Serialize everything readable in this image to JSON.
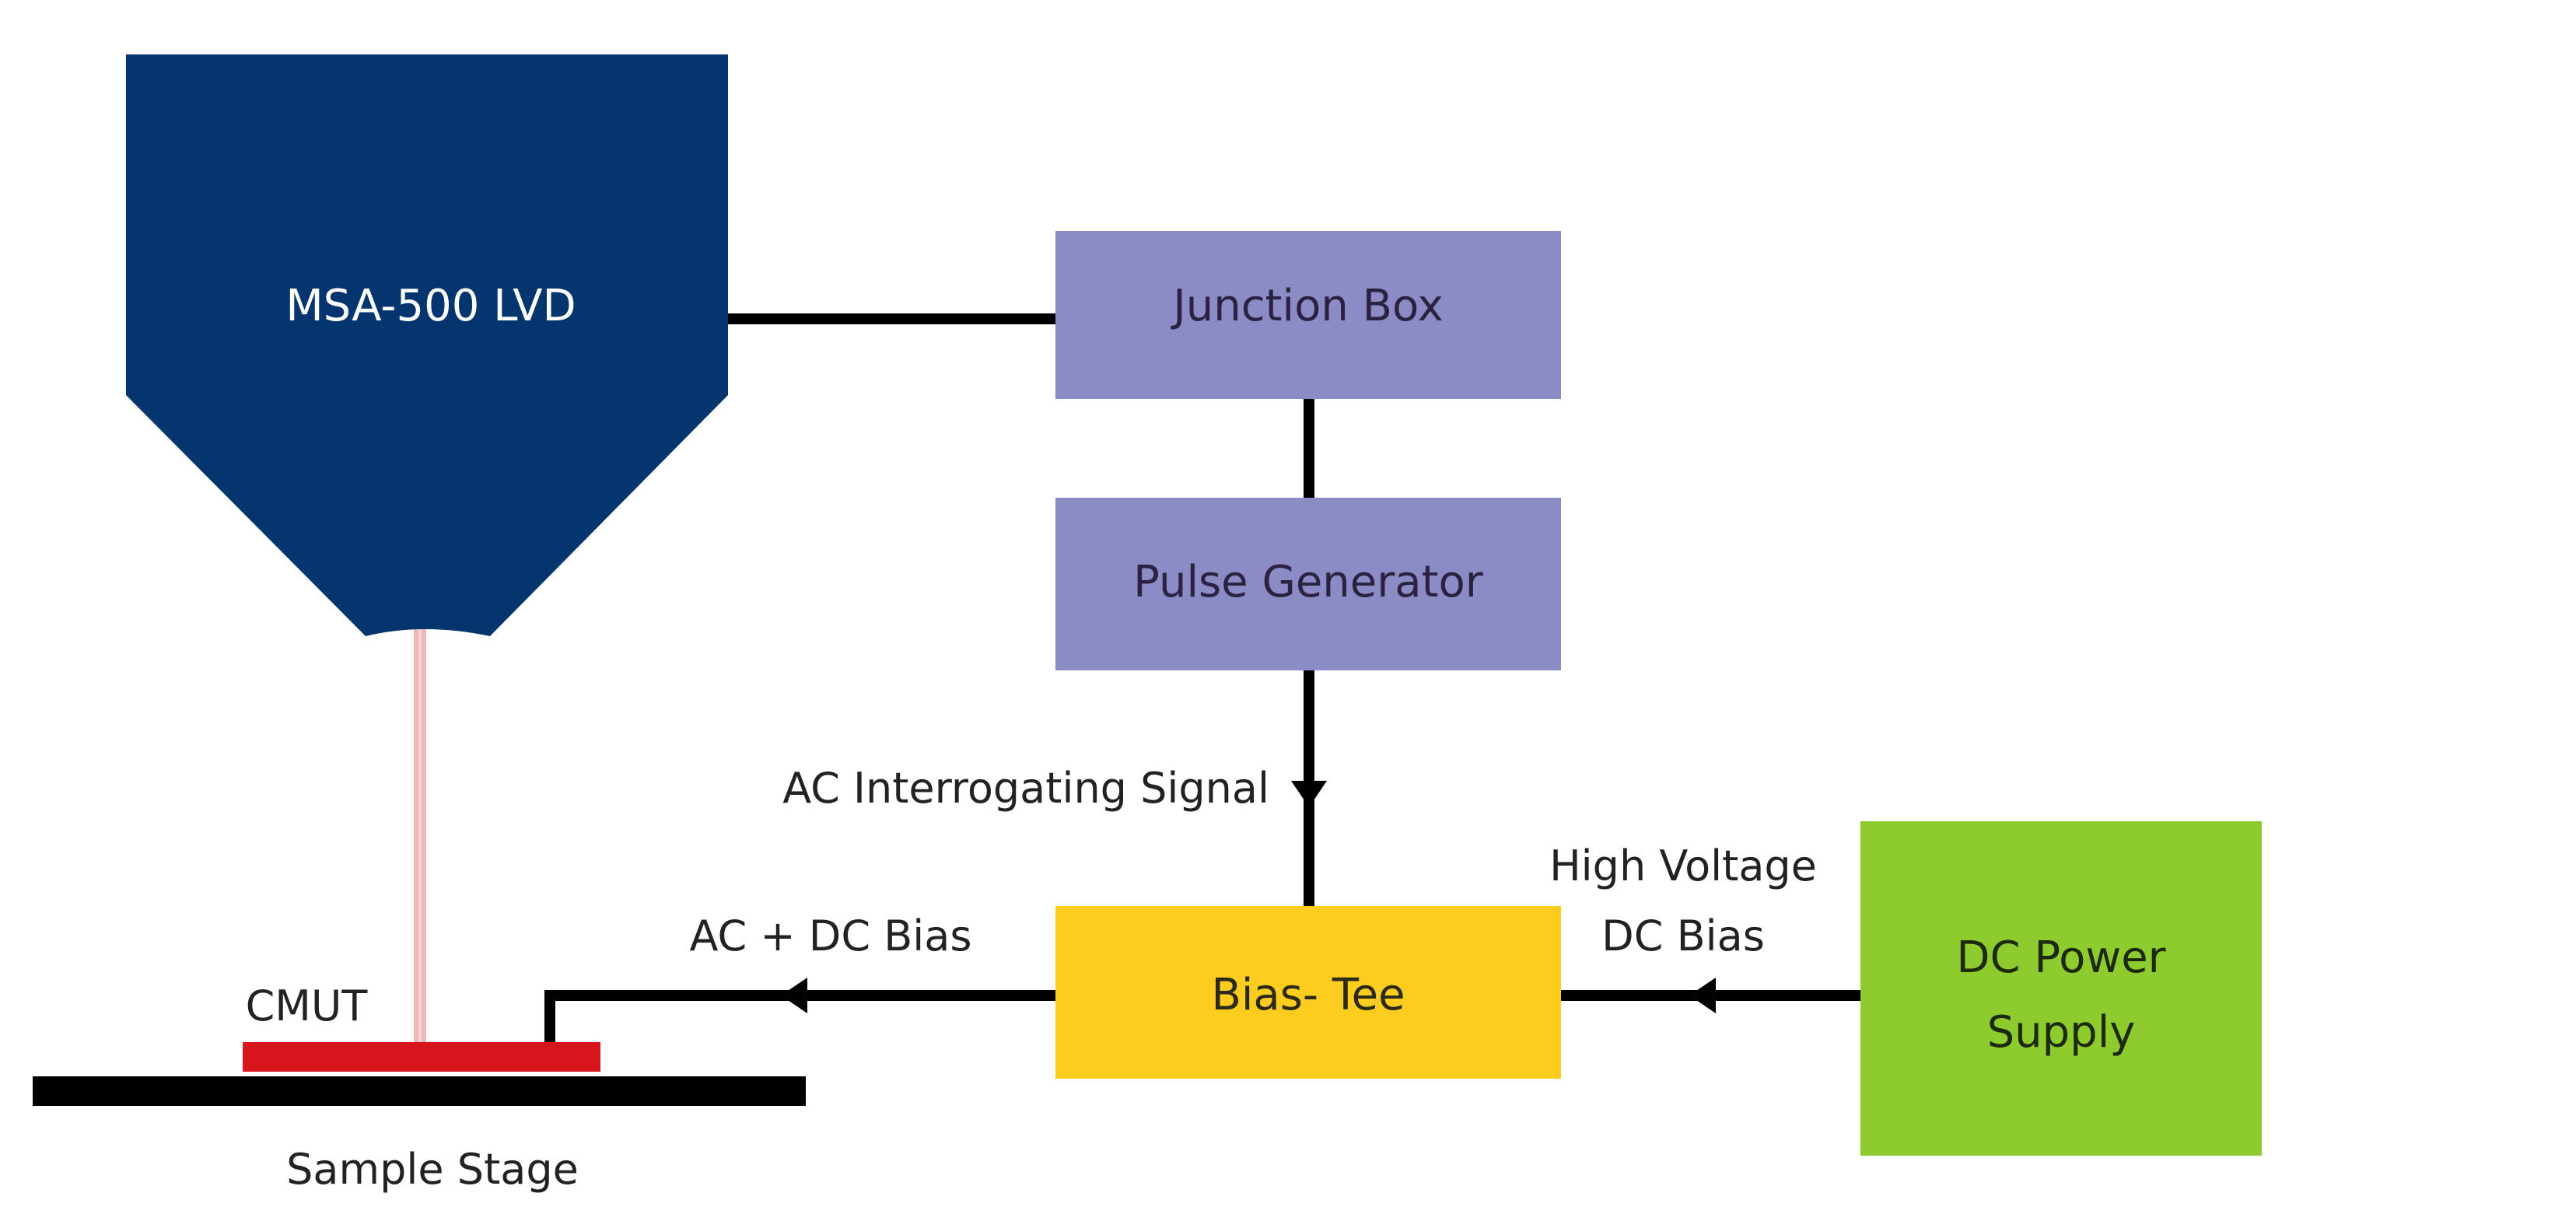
{
  "colors": {
    "detector": "#04356e",
    "junction": "#8b8cc5",
    "pulse": "#8b8cc5",
    "tee": "#fccd1e",
    "supply": "#8dcb2e",
    "cmut": "#d6161c",
    "stage": "#000000",
    "laser": "#f3b6b6",
    "wire": "#000000"
  },
  "nodes": {
    "detector": {
      "label": "MSA-500 LVD"
    },
    "junction_box": {
      "label": "Junction Box"
    },
    "pulse_generator": {
      "label": "Pulse Generator"
    },
    "bias_tee": {
      "label": "Bias- Tee"
    },
    "dc_power_supply": {
      "label_line1": "DC Power",
      "label_line2": "Supply"
    },
    "cmut": {
      "label": "CMUT"
    },
    "sample_stage": {
      "label": "Sample Stage"
    }
  },
  "edges": {
    "ac_signal": {
      "label": "AC Interrogating Signal"
    },
    "ac_dc_bias": {
      "label": "AC + DC Bias"
    },
    "hv_dc_bias": {
      "label_line1": "High Voltage",
      "label_line2": "DC Bias"
    }
  }
}
